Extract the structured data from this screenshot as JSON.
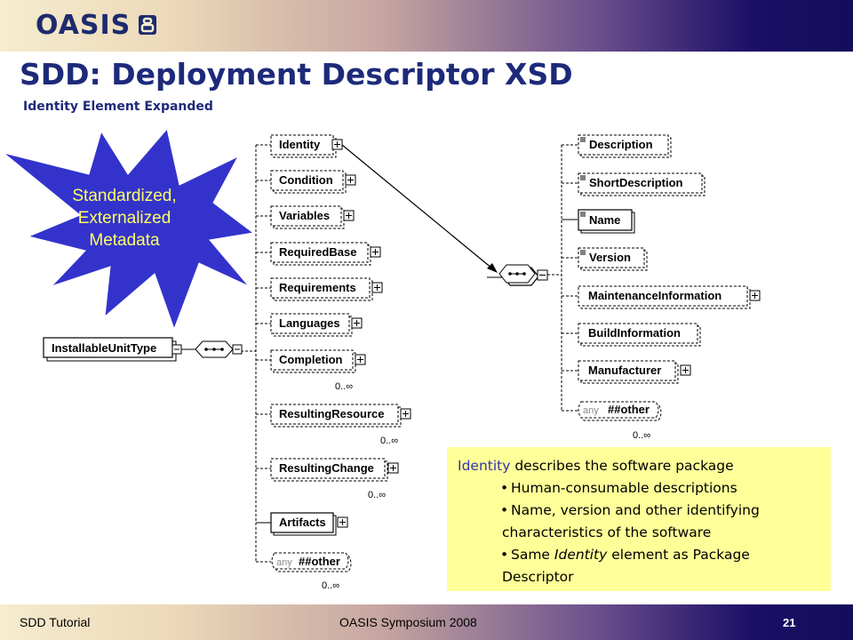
{
  "header": {
    "logo_text": "OASIS",
    "title": "SDD: Deployment Descriptor XSD",
    "subtitle": "Identity Element Expanded"
  },
  "callout": {
    "lines": [
      "Standardized,",
      "Externalized",
      "Metadata"
    ],
    "color": "#ffff66",
    "fill": "#3333cc"
  },
  "diagram": {
    "root": "InstallableUnitType",
    "left_children": [
      "Identity",
      "Condition",
      "Variables",
      "RequiredBase",
      "Requirements",
      "Languages",
      "Completion",
      "ResultingResource",
      "ResultingChange",
      "Artifacts"
    ],
    "left_any": {
      "any": "any",
      "label": "##other"
    },
    "cardinality": "0..∞",
    "right_children": [
      "Description",
      "ShortDescription",
      "Name",
      "Version",
      "MaintenanceInformation",
      "BuildInformation",
      "Manufacturer"
    ],
    "right_any": {
      "any": "any",
      "label": "##other"
    }
  },
  "note": {
    "lead_term": "Identity",
    "lead_rest": " describes the software package",
    "bullet1": "Human-consumable descriptions",
    "bullet2_line1": "Name, version and other identifying",
    "bullet2_line2": "characteristics of the software",
    "bullet3_pre": "Same ",
    "bullet3_em": "Identity",
    "bullet3_post": " element as Package",
    "bullet3_line2": "Descriptor",
    "bg": "#ffff99"
  },
  "footer": {
    "left": "SDD Tutorial",
    "center": "OASIS Symposium 2008",
    "page": "21"
  }
}
